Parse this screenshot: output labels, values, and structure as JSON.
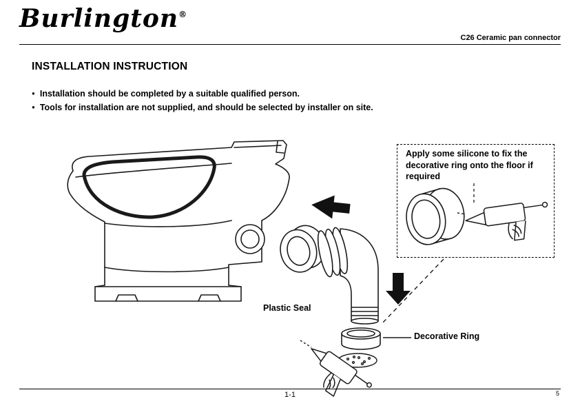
{
  "page": {
    "brand": "Burlington",
    "registered_mark": "®",
    "product_code": "C26 Ceramic pan connector",
    "title": "INSTALLATION INSTRUCTION",
    "bullet_char": "●",
    "notes": [
      "Installation should be completed by a suitable qualified person.",
      "Tools for installation are not supplied, and should be selected by installer on site."
    ],
    "diagram": {
      "callout_note": "Apply some silicone to fix the decorative ring onto the floor if required",
      "label_plastic_seal": "Plastic Seal",
      "label_decorative_ring": "Decorative Ring"
    },
    "footer": {
      "page_number": "1-1",
      "corner_mark": "5"
    }
  }
}
